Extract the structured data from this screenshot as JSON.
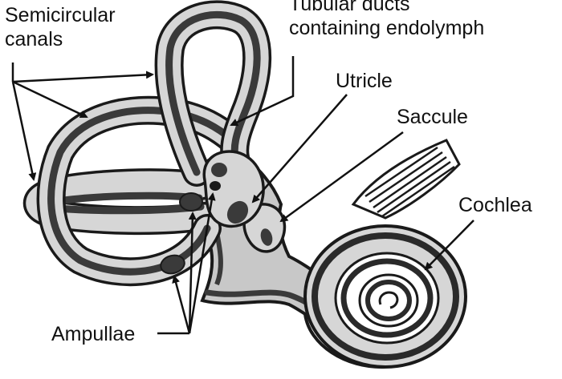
{
  "labels": {
    "semicircular_line1": "Semicircular",
    "semicircular_line2": "canals",
    "ducts_line1": "Tubular ducts",
    "ducts_line2": "containing endolymph",
    "utricle": "Utricle",
    "saccule": "Saccule",
    "cochlea": "Cochlea",
    "ampullae": "Ampullae"
  },
  "colors": {
    "outline": "#1a1a1a",
    "canal_fill": "#d6d6d6",
    "endolymph_duct": "#3a3a3a",
    "vestibule_fill": "#c8c8c8",
    "background": "#ffffff"
  }
}
